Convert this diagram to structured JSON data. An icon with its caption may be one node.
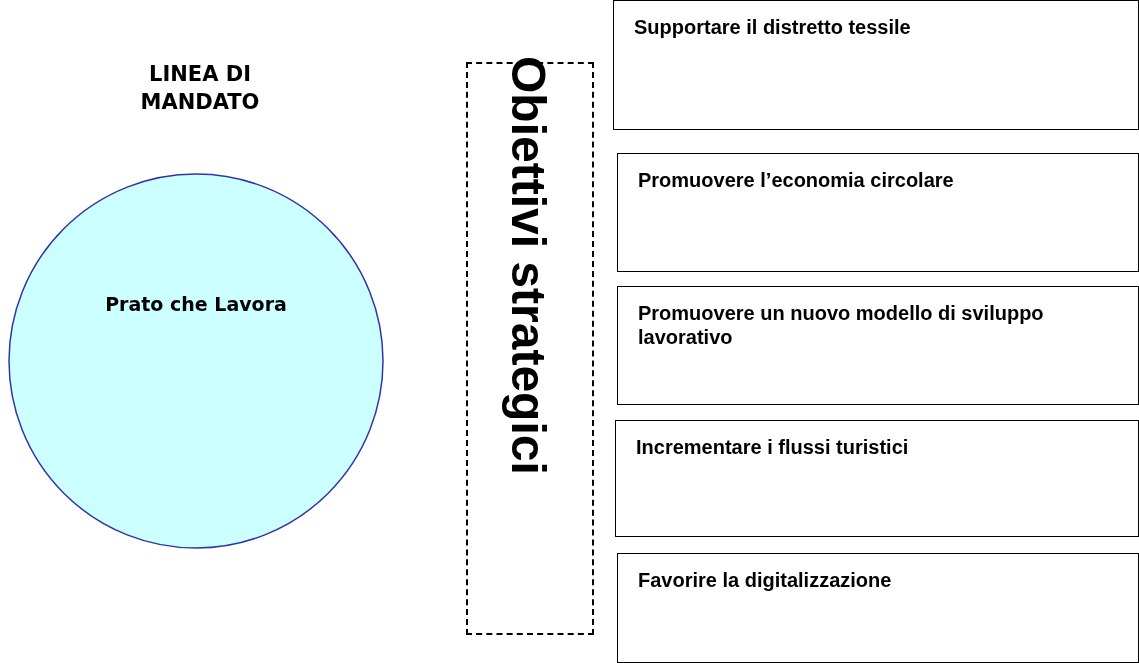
{
  "diagram": {
    "nodes": [
      {
        "text": [
          "LINEA DI MANDATO",
          "Prato che Lavora"
        ]
      },
      {
        "text": [
          "Obiettivi strategici"
        ]
      },
      {
        "text": [
          "Supportare il distretto tessile"
        ]
      },
      {
        "text": [
          "Promuovere l’economia circolare"
        ]
      },
      {
        "text": [
          "Promuovere un nuovo modello di sviluppo lavorativo"
        ]
      },
      {
        "text": [
          "Incrementare i flussi turistici"
        ]
      },
      {
        "text": [
          "Favorire la digitalizzazione"
        ]
      }
    ]
  }
}
